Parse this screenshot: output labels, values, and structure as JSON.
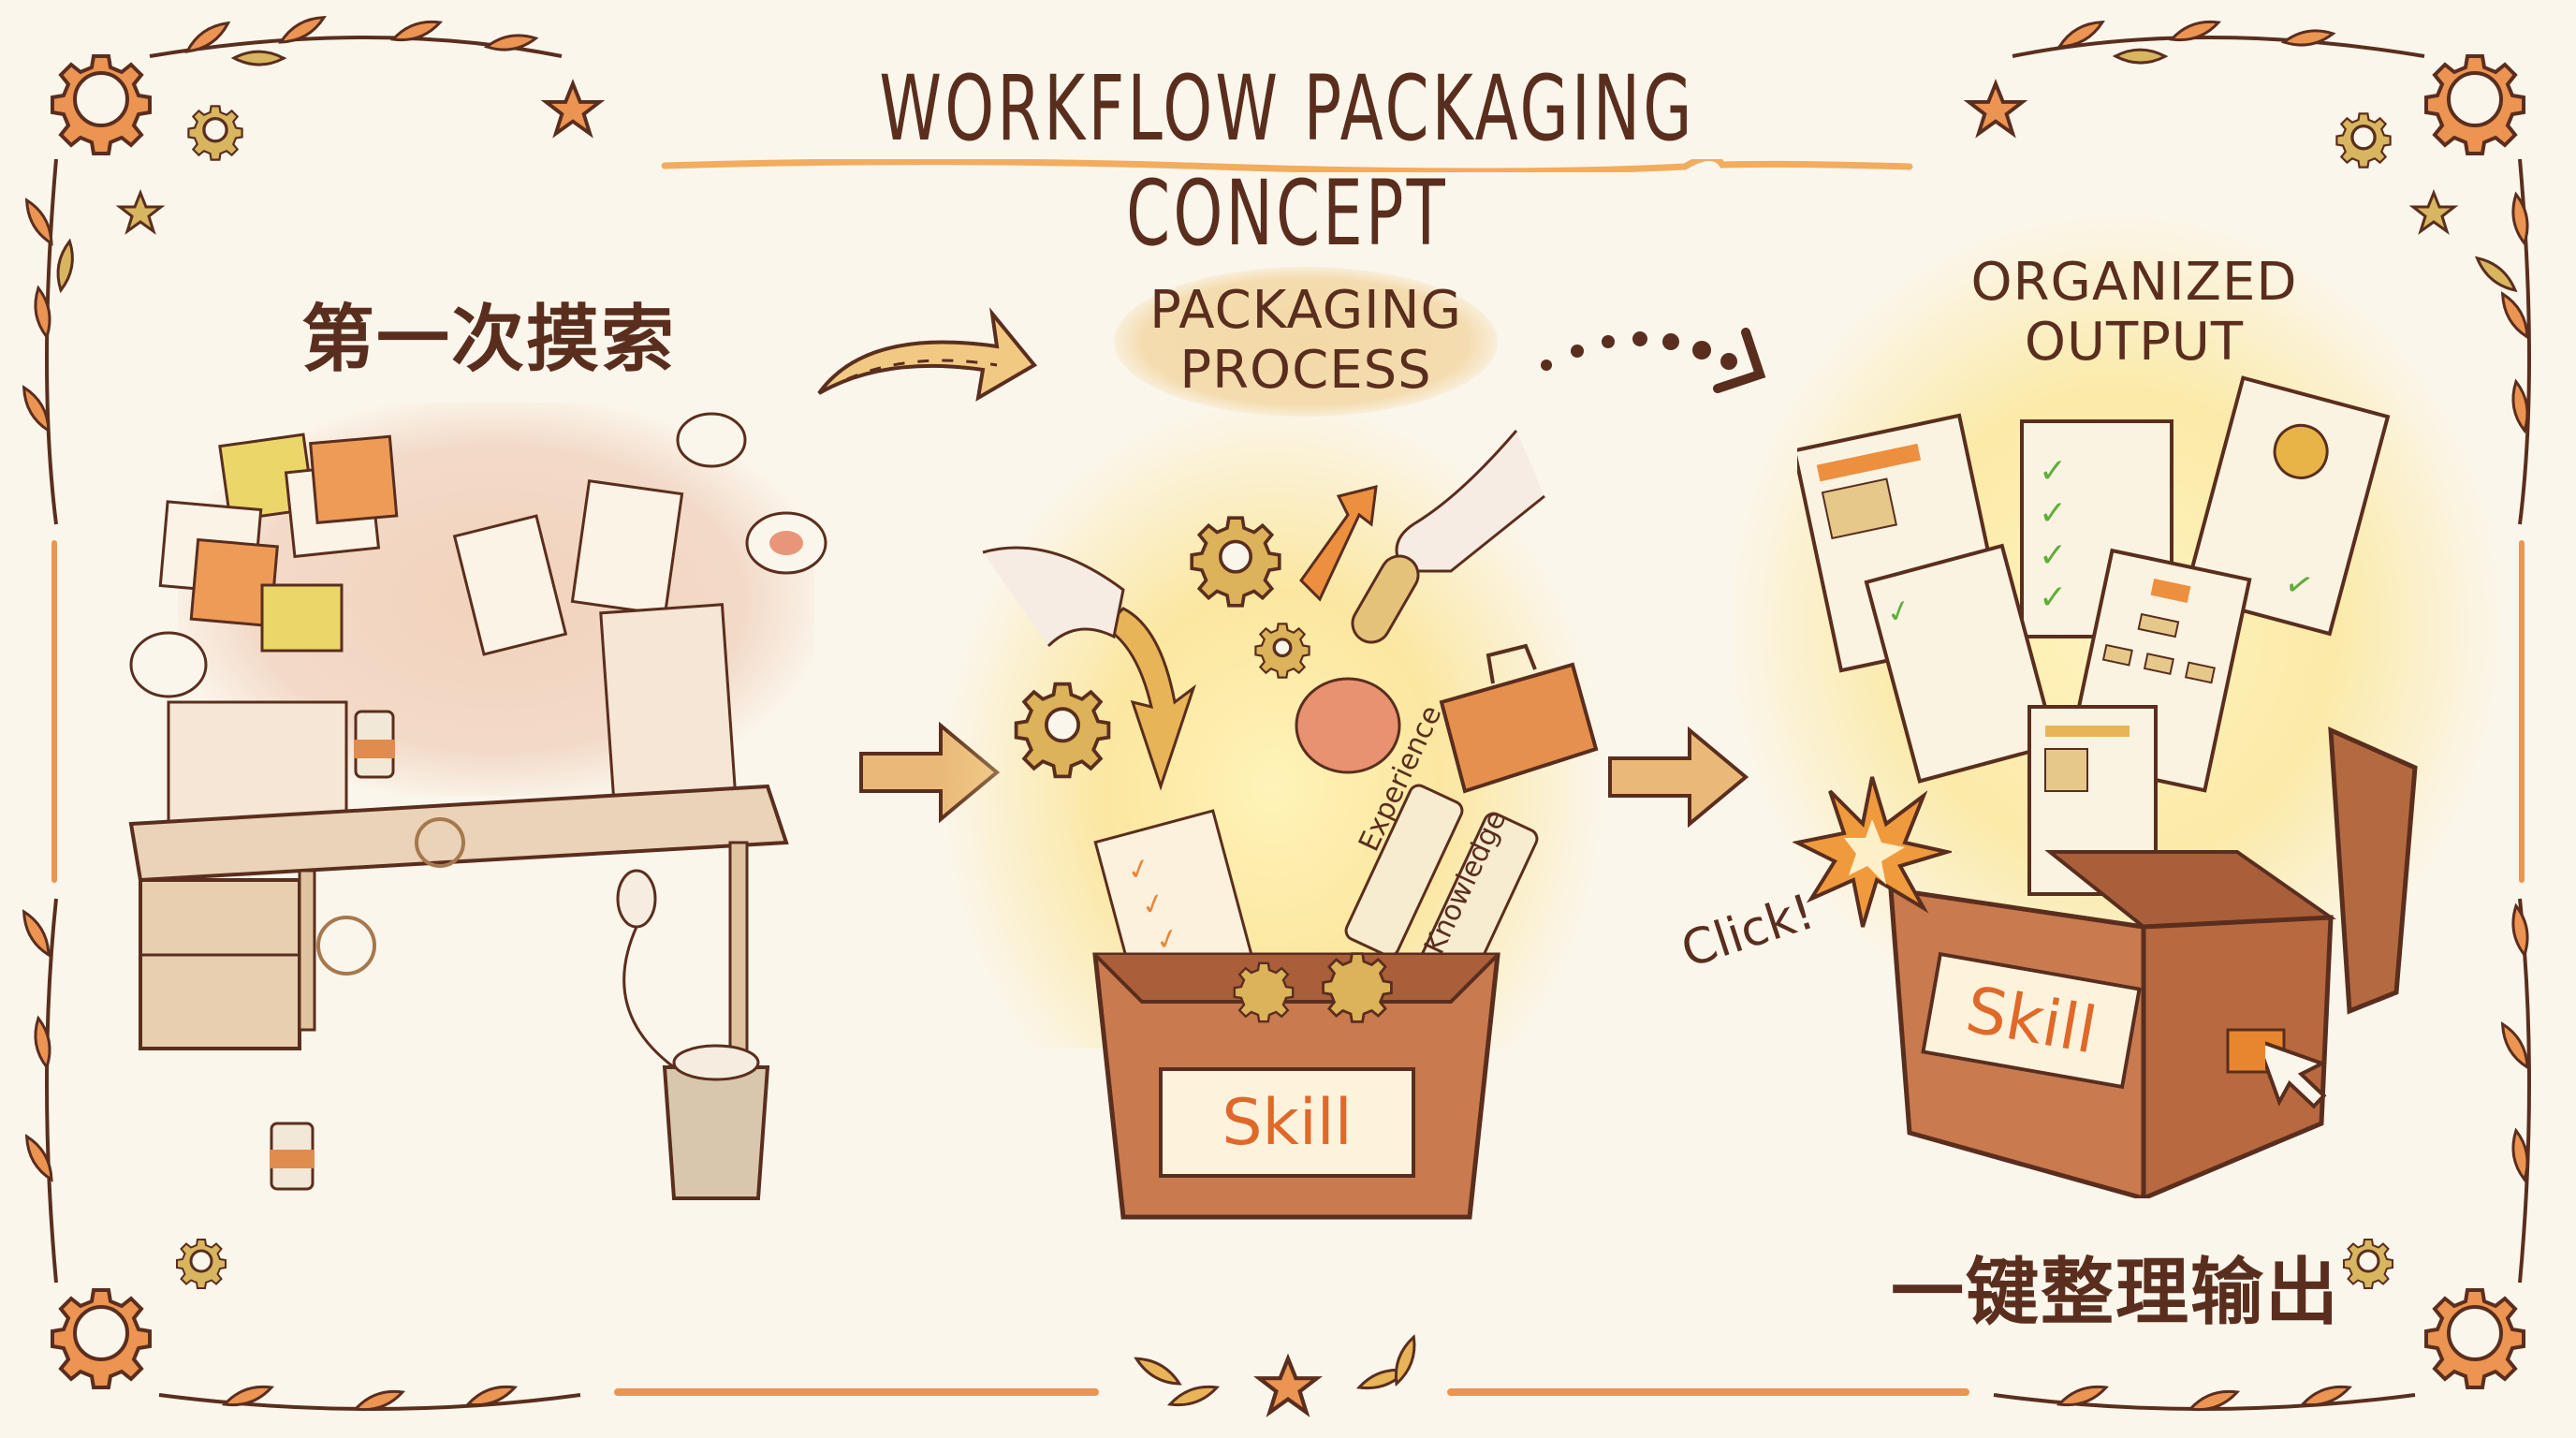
{
  "title": "WORKFLOW PACKAGING CONCEPT",
  "colors": {
    "background": "#fbf6ec",
    "ink": "#5a2e1e",
    "accent_orange": "#e8863a",
    "accent_gold": "#d9b25a",
    "box_brown": "#c97a4f",
    "skill_text": "#e0692a",
    "check_green": "#5fae3a"
  },
  "stages": [
    {
      "id": "first-exploration",
      "label": "第一次摸索",
      "scene": "messy-desk",
      "items": [
        "sticky-notes",
        "paper-stacks",
        "coffee-cups",
        "crumpled-paper",
        "trash-bin",
        "computer-mouse",
        "pencil",
        "thought-bubble-brain",
        "speech-bubble"
      ]
    },
    {
      "id": "packaging-process",
      "label_line1": "PACKAGING",
      "label_line2": "PROCESS",
      "scene": "items-into-box",
      "scrolls": [
        "Experience",
        "Knowledge"
      ],
      "box_label": "Skill",
      "items": [
        "hands",
        "gears",
        "brain",
        "toolbox",
        "checklist-documents",
        "arrows"
      ]
    },
    {
      "id": "organized-output",
      "label_line1": "ORGANIZED",
      "label_line2": "OUTPUT",
      "scene": "box-opens-documents",
      "box_label": "Skill",
      "click_text": "Click!",
      "bottom_label": "一键整理输出",
      "items": [
        "layout-document",
        "checklist-document",
        "certificate-document",
        "todo-document",
        "flowchart-document",
        "report-document",
        "cursor",
        "burst"
      ]
    }
  ],
  "arrows": [
    {
      "from": "first-exploration",
      "to": "packaging-process",
      "style": "curved-dashed"
    },
    {
      "from": "first-exploration",
      "to": "packaging-process",
      "style": "block"
    },
    {
      "from": "packaging-process",
      "to": "organized-output",
      "style": "dotted"
    },
    {
      "from": "packaging-process",
      "to": "organized-output",
      "style": "block"
    }
  ]
}
